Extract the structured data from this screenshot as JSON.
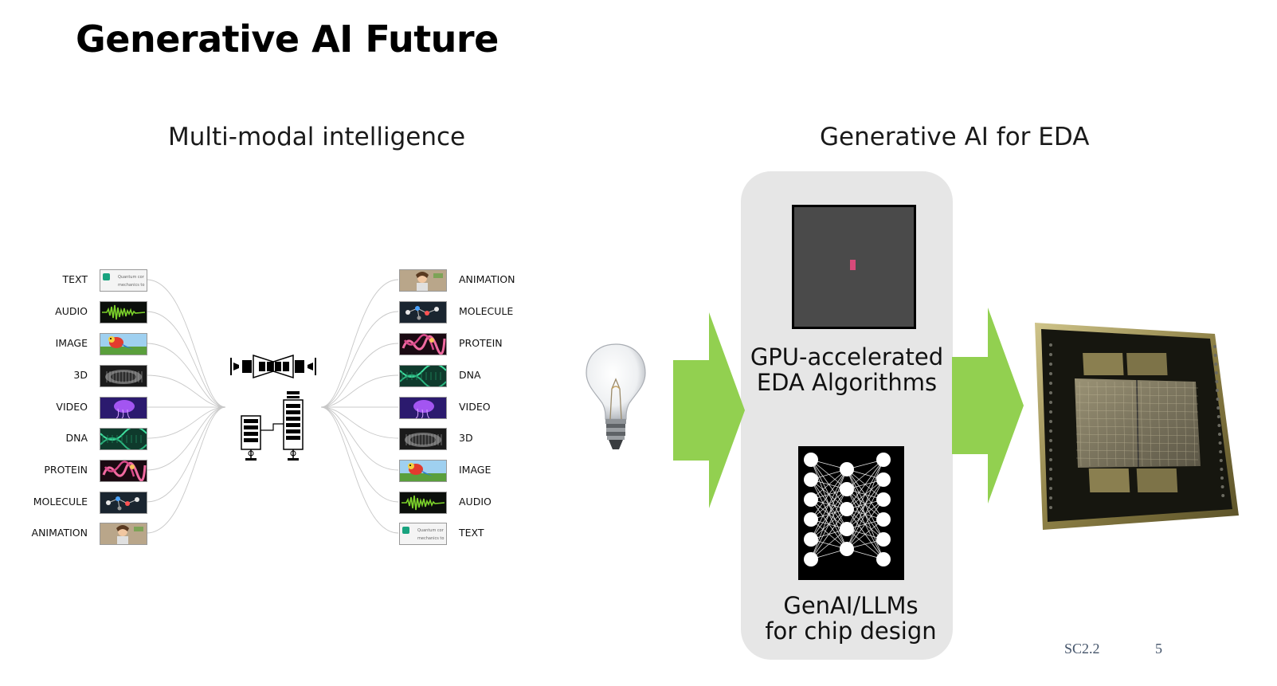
{
  "slide": {
    "title": "Generative AI Future"
  },
  "left_section": {
    "title": "Multi-modal intelligence",
    "inputs": [
      "TEXT",
      "AUDIO",
      "IMAGE",
      "3D",
      "VIDEO",
      "DNA",
      "PROTEIN",
      "MOLECULE",
      "ANIMATION"
    ],
    "outputs": [
      "ANIMATION",
      "MOLECULE",
      "PROTEIN",
      "DNA",
      "VIDEO",
      "3D",
      "IMAGE",
      "AUDIO",
      "TEXT"
    ],
    "text_thumb_snippet_1": "Quantum cor",
    "text_thumb_snippet_2": "mechanics to"
  },
  "right_section": {
    "title": "Generative AI for EDA",
    "gpu_label_line1": "GPU-accelerated",
    "gpu_label_line2": "EDA Algorithms",
    "genai_label_line1": "GenAI/LLMs",
    "genai_label_line2": "for chip design"
  },
  "footer": {
    "code": "SC2.2",
    "page": "5"
  },
  "colors": {
    "arrow_green": "#92d050",
    "panel_gray": "#e6e6e6",
    "gpu_highlight": "#d94a7a",
    "footer_text": "#44546a"
  }
}
